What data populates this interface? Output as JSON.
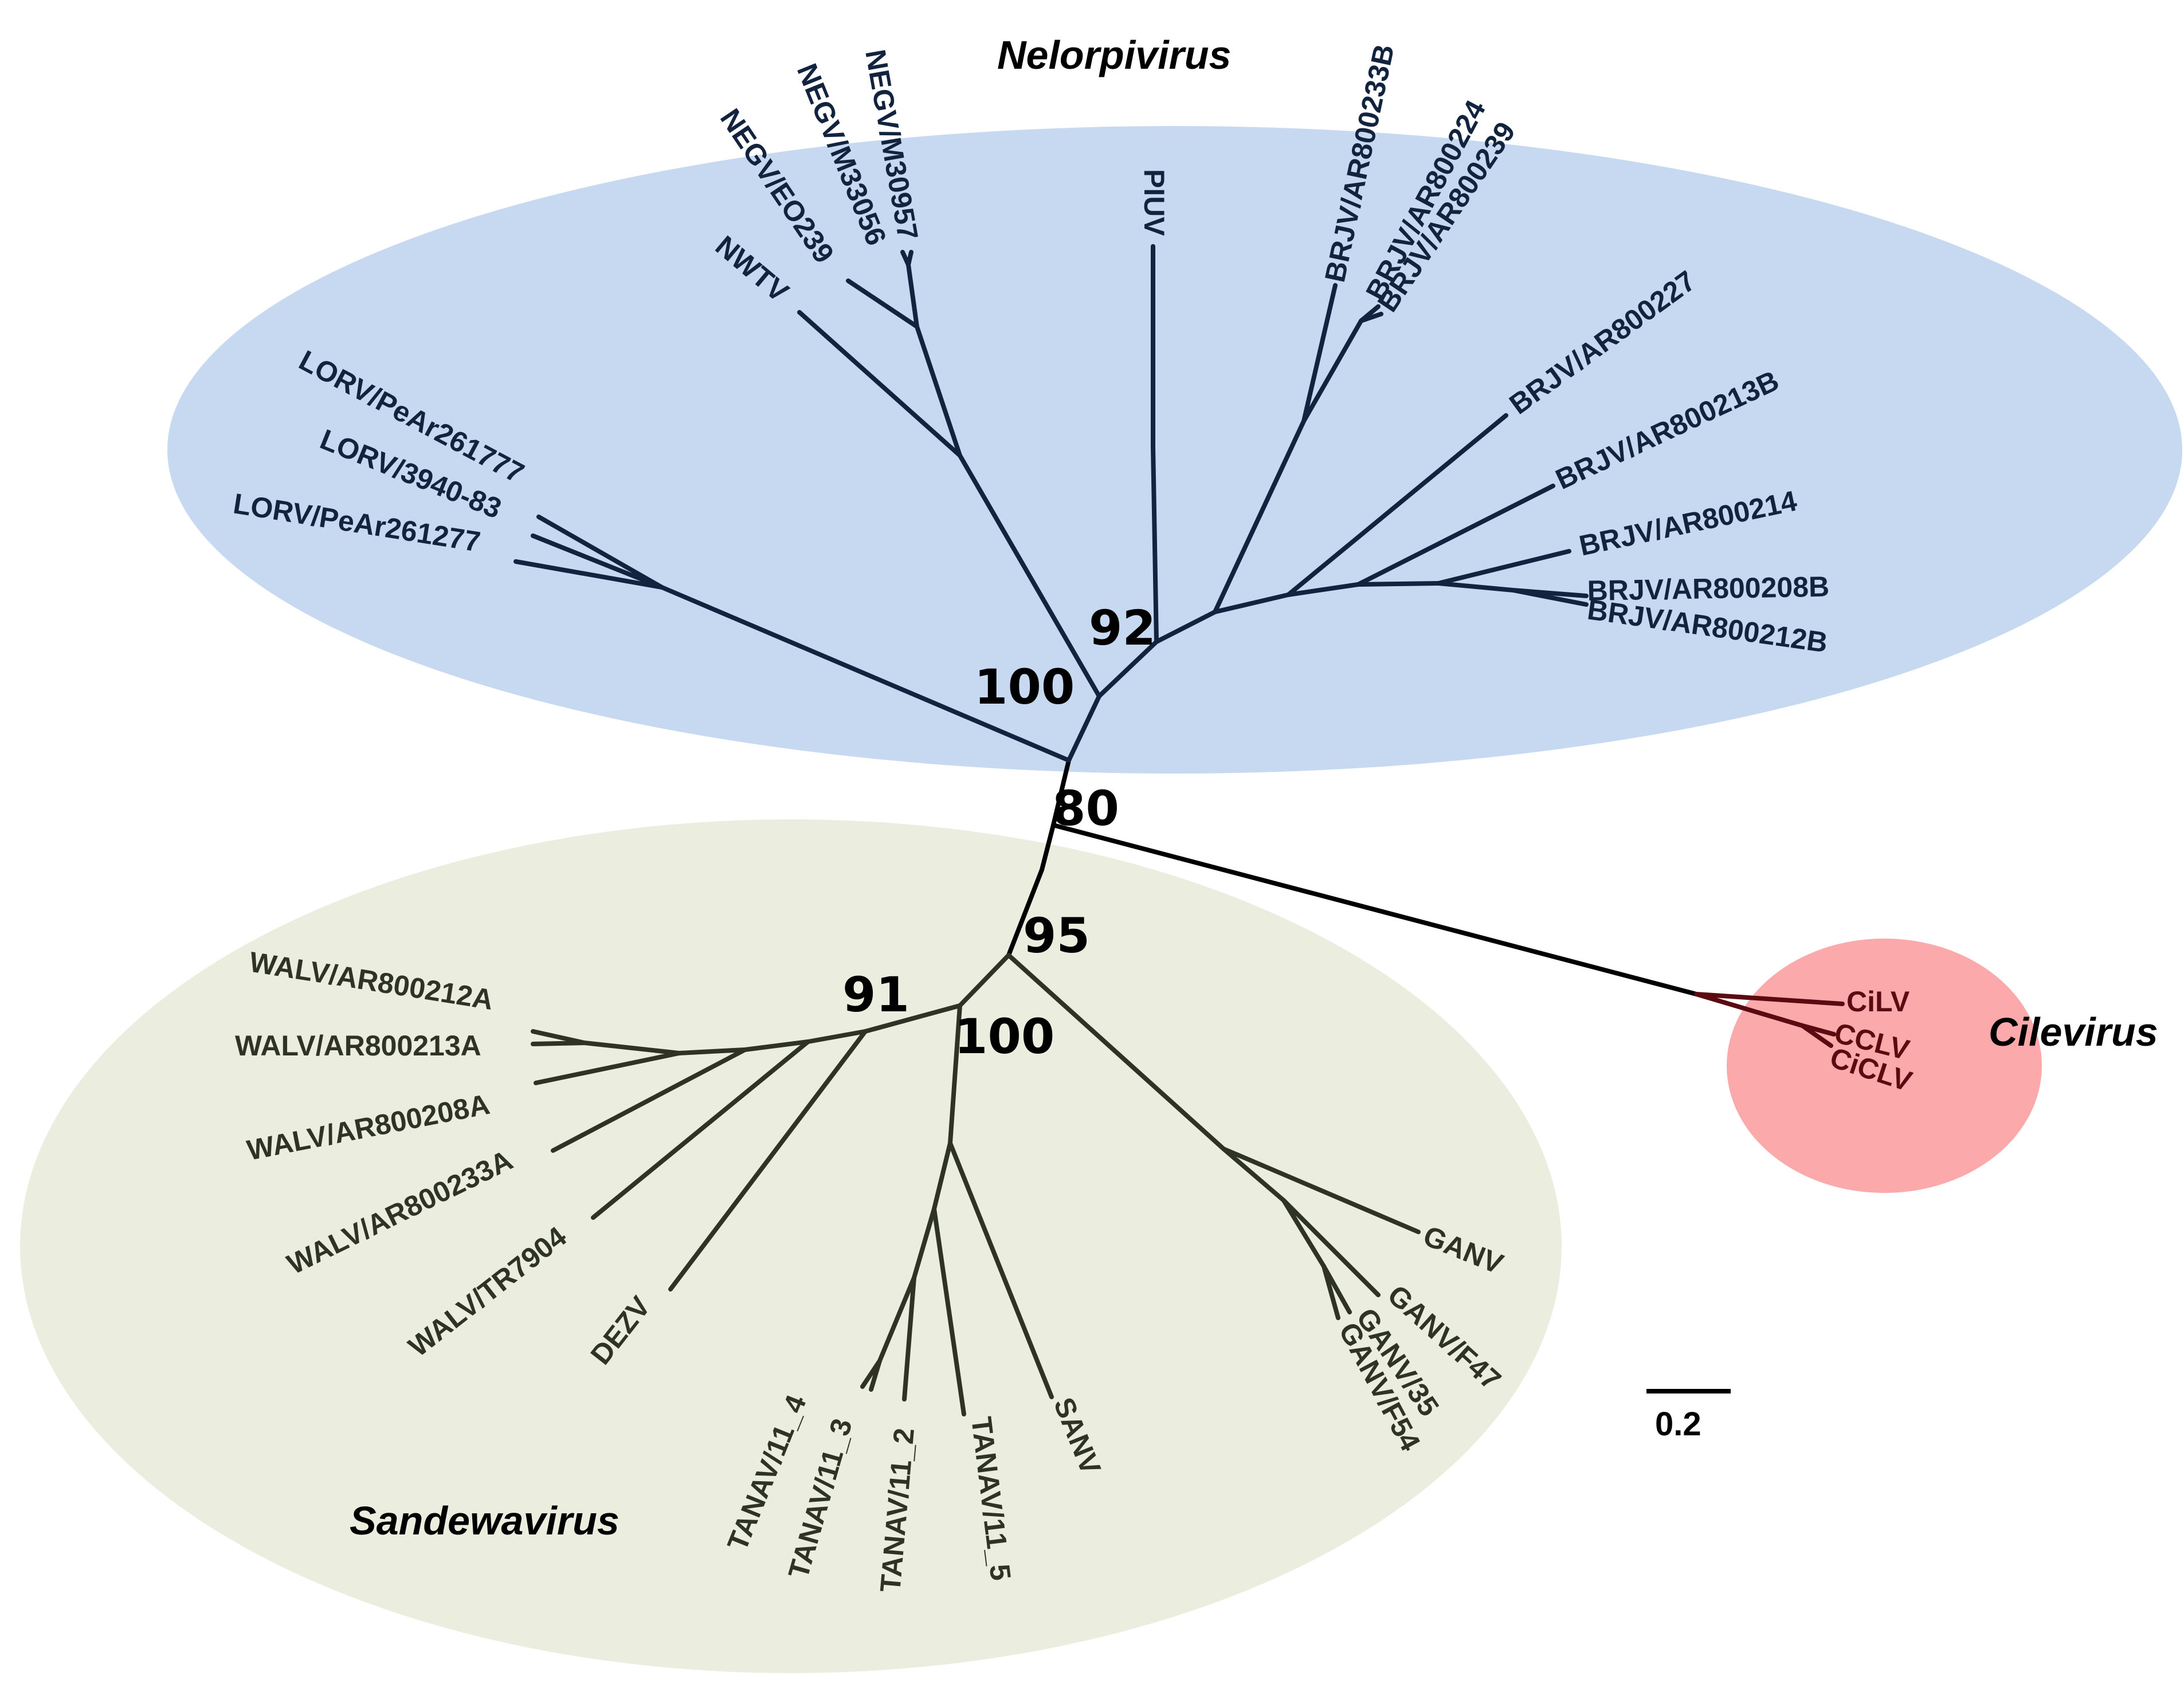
{
  "colors": {
    "nelorpivirus_fill": "#c6d9f0",
    "sandewavirus_fill": "#ebeede",
    "cilevirus_fill": "#fba9aa",
    "nelorpivirus_branch": "#12233f",
    "sandewavirus_branch": "#2f3325",
    "cilevirus_branch": "#5a0a10",
    "backbone_branch": "#000000"
  },
  "clades": {
    "nelorpivirus": "Nelorpivirus",
    "sandewavirus": "Sandewavirus",
    "cilevirus": "Cilevirus"
  },
  "scale_bar": {
    "value": 0.2,
    "label": "0.2"
  },
  "bootstrap": {
    "b100_nelorpi": "100",
    "b92": "92",
    "b80": "80",
    "b95": "95",
    "b91": "91",
    "b100_sandewa": "100"
  },
  "leaves": {
    "lorv_pear261777": "LORV/PeAr261777",
    "lorv_3940_83": "LORV/3940-83",
    "lorv_pear261277": "LORV/PeAr261277",
    "nwtv": "NWTV",
    "negv_eo239": "NEGV/EO239",
    "negv_m33056": "NEGV/M33056",
    "negv_m30957": "NEGV/M30957",
    "piuv": "PIUV",
    "brjv_ar800233b": "BRJV/AR800233B",
    "brjv_ar800224": "BRJV/AR800224",
    "brjv_ar800239": "BRJV/AR800239",
    "brjv_ar800227": "BRJV/AR800227",
    "brjv_ar800213b": "BRJV/AR800213B",
    "brjv_ar800214": "BRJV/AR800214",
    "brjv_ar800208b": "BRJV/AR800208B",
    "brjv_ar800212b": "BRJV/AR800212B",
    "walv_ar800212a": "WALV/AR800212A",
    "walv_ar800213a": "WALV/AR800213A",
    "walv_ar800208a": "WALV/AR800208A",
    "walv_ar800233a": "WALV/AR800233A",
    "walv_tr7904": "WALV/TR7904",
    "dezv": "DEZV",
    "tanav_11_4": "TANAV/11_4",
    "tanav_11_3": "TANAV/11_3",
    "tanav_11_2": "TANAV/11_2",
    "tanav_11_5": "TANAV/11_5",
    "sanv": "SANV",
    "ganv": "GANV",
    "ganv_f47": "GANV/F47",
    "ganv_35": "GANV/35",
    "ganv_f54": "GANV/F54",
    "cilv": "CiLV",
    "cclv": "CCLV",
    "ciclv": "CiCLV"
  }
}
